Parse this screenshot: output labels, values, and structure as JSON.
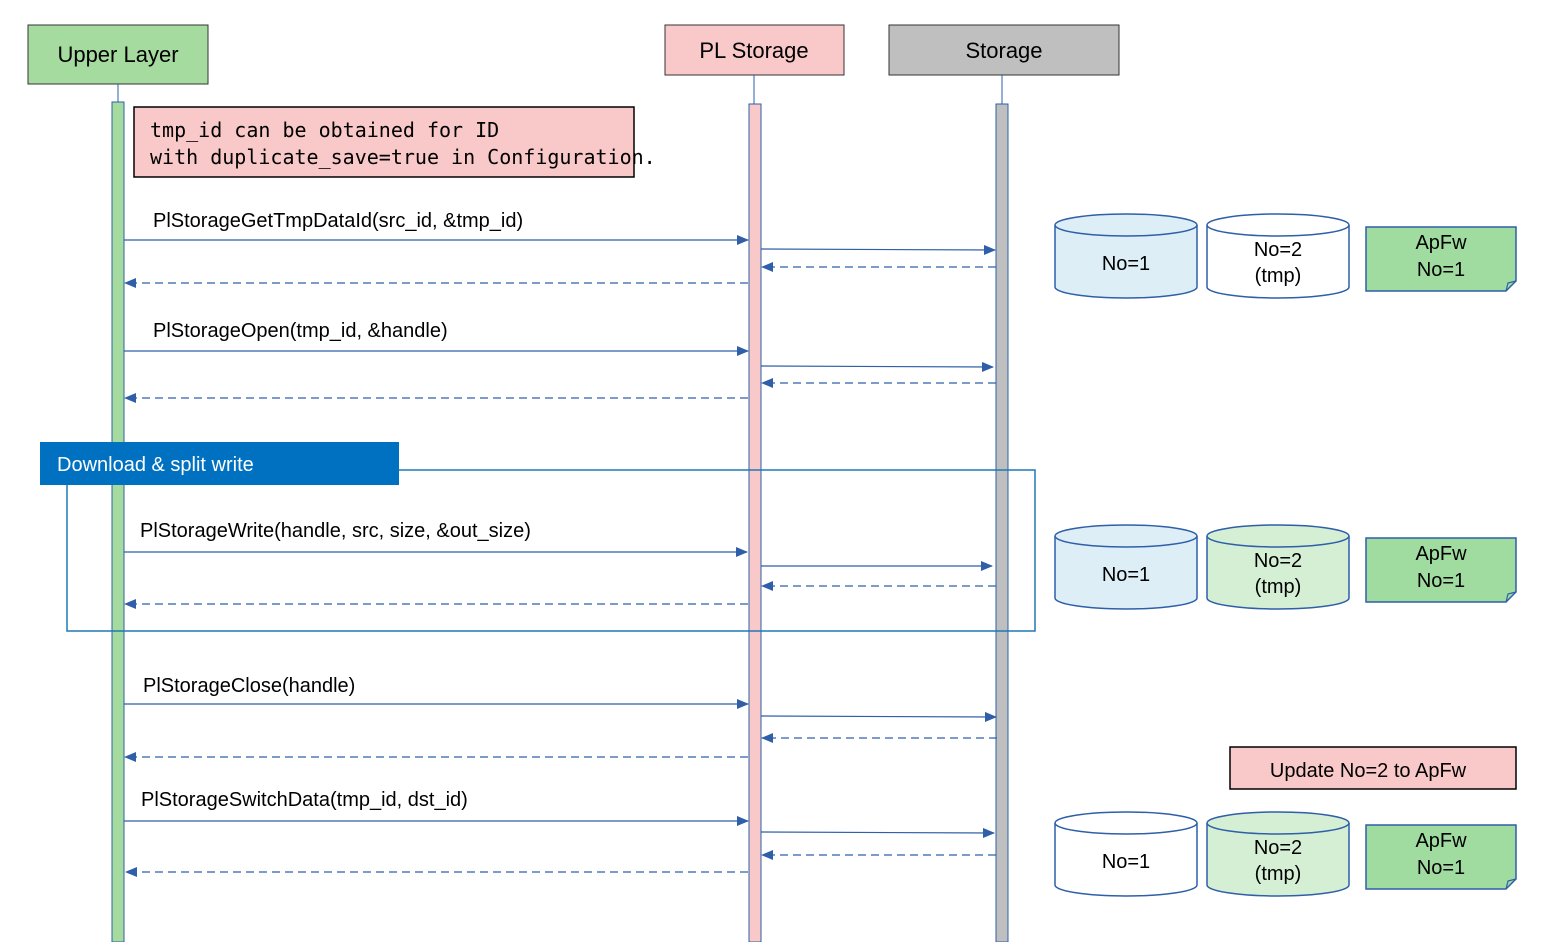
{
  "lifelines": {
    "upper": {
      "label": "Upper Layer",
      "fill": "#a6dba0"
    },
    "pl": {
      "label": "PL Storage",
      "fill": "#f9c9c9"
    },
    "storage": {
      "label": "Storage",
      "fill": "#bfbfbf"
    }
  },
  "note_top": {
    "line1": "tmp_id can be obtained for ID",
    "line2": "with duplicate_save=true in Configuration."
  },
  "messages": {
    "get_tmp": "PlStorageGetTmpDataId(src_id, &tmp_id)",
    "open": "PlStorageOpen(tmp_id, &handle)",
    "write": "PlStorageWrite(handle, src, size, &out_size)",
    "close": "PlStorageClose(handle)",
    "switch": "PlStorageSwitchData(tmp_id, dst_id)"
  },
  "loop_frame": {
    "label": "Download & split write"
  },
  "update_note": "Update No=2 to ApFw",
  "state_groups": {
    "g1": {
      "db1": "No=1",
      "db2_line1": "No=2",
      "db2_line2": "(tmp)",
      "fw_line1": "ApFw",
      "fw_line2": "No=1"
    },
    "g2": {
      "db1": "No=1",
      "db2_line1": "No=2",
      "db2_line2": "(tmp)",
      "fw_line1": "ApFw",
      "fw_line2": "No=1"
    },
    "g3": {
      "db1": "No=1",
      "db2_line1": "No=2",
      "db2_line2": "(tmp)",
      "fw_line1": "ApFw",
      "fw_line2": "No=1"
    }
  },
  "colors": {
    "arrow": "#2e5fa8",
    "frame": "#1f78b4",
    "frame_label_bg": "#0070c0",
    "note_fill": "#f9c9c9",
    "db_blue": "#deeef7",
    "db_green": "#d5efd5",
    "fw_green": "#a0dca0",
    "db_stroke": "#2e5fa8"
  }
}
